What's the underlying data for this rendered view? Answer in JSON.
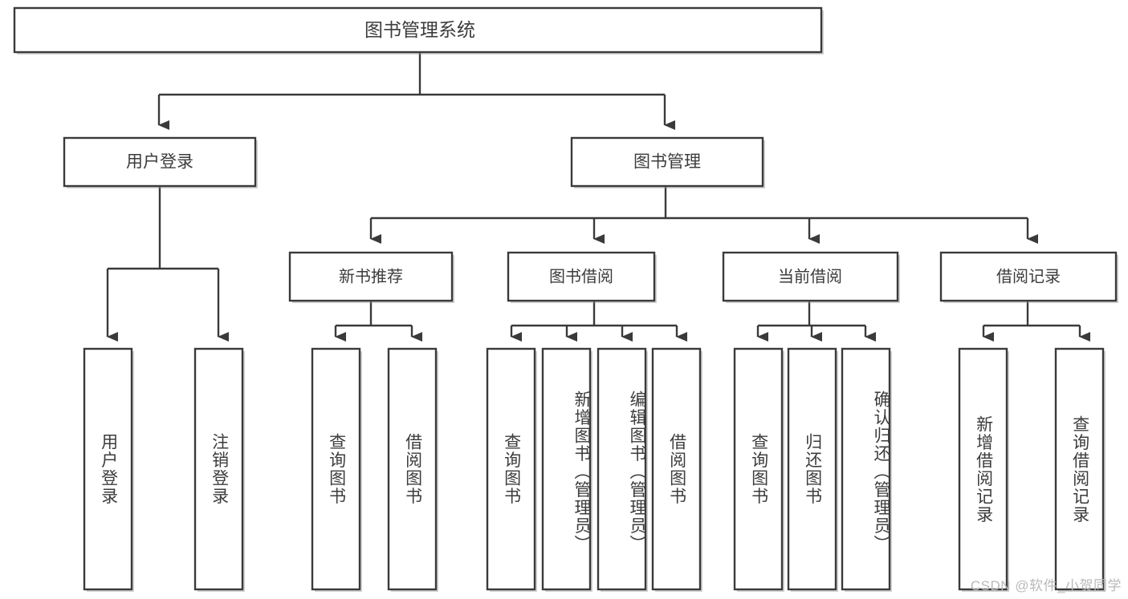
{
  "diagram": {
    "type": "tree",
    "title": "图书管理系统",
    "watermark": "CSDN @软件_小贺同学",
    "colors": {
      "stroke": "#3a3a3a",
      "fill": "#ffffff",
      "text": "#3c3c3c",
      "watermark": "#b9b9b9",
      "background": "#ffffff"
    },
    "root": {
      "label": "图书管理系统"
    },
    "level1": [
      {
        "label": "用户登录"
      },
      {
        "label": "图书管理"
      }
    ],
    "level2": [
      {
        "label": "新书推荐"
      },
      {
        "label": "图书借阅"
      },
      {
        "label": "当前借阅"
      },
      {
        "label": "借阅记录"
      }
    ],
    "leaves": {
      "user_login": [
        {
          "label": "用户登录"
        },
        {
          "label": "注销登录"
        }
      ],
      "new_book": [
        {
          "label": "查询图书"
        },
        {
          "label": "借阅图书"
        }
      ],
      "book_borrow": [
        {
          "label": "查询图书"
        },
        {
          "label": "新增图书（管理员）"
        },
        {
          "label": "编辑图书（管理员）"
        },
        {
          "label": "借阅图书"
        }
      ],
      "current_borrow": [
        {
          "label": "查询图书"
        },
        {
          "label": "归还图书"
        },
        {
          "label": "确认归还（管理员）"
        }
      ],
      "borrow_record": [
        {
          "label": "新增借阅记录"
        },
        {
          "label": "查询借阅记录"
        }
      ]
    }
  }
}
